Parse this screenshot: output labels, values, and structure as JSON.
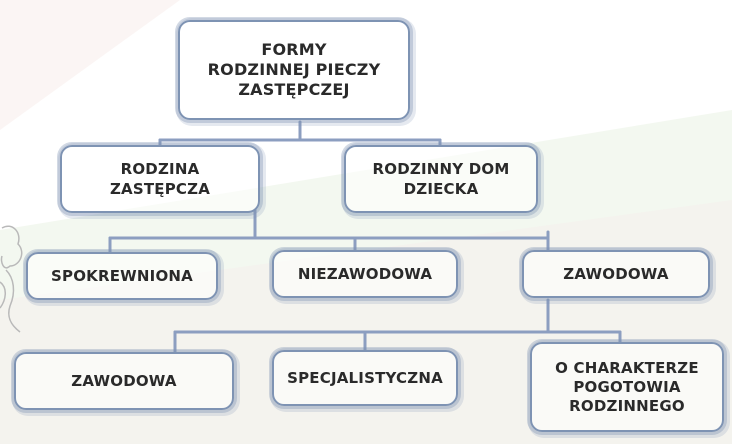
{
  "diagram": {
    "root": {
      "label": "FORMY\nRODZINNEJ PIECZY\nZASTĘPCZEJ"
    },
    "level2": [
      {
        "label": "RODZINA\nZASTĘPCZA"
      },
      {
        "label": "RODZINNY DOM\nDZIECKA"
      }
    ],
    "level3": [
      {
        "label": "SPOKREWNIONA"
      },
      {
        "label": "NIEZAWODOWA"
      },
      {
        "label": "ZAWODOWA"
      }
    ],
    "level4": [
      {
        "label": "ZAWODOWA"
      },
      {
        "label": "SPECJALISTYCZNA"
      },
      {
        "label": "O CHARAKTERZE\nPOGOTOWIA\nRODZINNEGO"
      }
    ]
  },
  "colors": {
    "box_stroke": "#7e93b3",
    "connector": "#8c9ec0",
    "text": "#2a2a2a",
    "band_green": "#e9f2e2",
    "band_pink": "#f6e7e5"
  }
}
